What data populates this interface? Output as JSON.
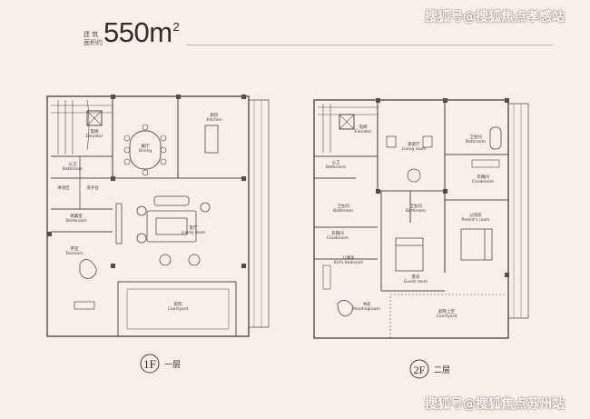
{
  "header": {
    "area_label_1": "建 筑",
    "area_label_2": "面积约",
    "area_value": "550m",
    "area_sup": "2"
  },
  "watermarks": {
    "top": "搜狐号@搜狐焦点孝感站",
    "bottom": "搜狐号@搜狐焦点苏州站"
  },
  "floor1": {
    "badge": "1F",
    "title": "一层",
    "rooms": {
      "elevator": [
        "电梯",
        "Elevator"
      ],
      "dining": [
        "餐厅",
        "Dining"
      ],
      "kitchen": [
        "厨房",
        "Kitchen"
      ],
      "bathroom": [
        "公卫",
        "Bathroom"
      ],
      "storeroom": [
        "储藏室",
        "Storeroom"
      ],
      "living": [
        "客厅",
        "Living room"
      ],
      "tearoom": [
        "茶室",
        "Tearoom"
      ],
      "courtyard": [
        "庭院",
        "Courtyard"
      ]
    },
    "small_labels": [
      "淋浴区",
      "洗手台"
    ]
  },
  "floor2": {
    "badge": "2F",
    "title": "二层",
    "rooms": {
      "elevator": [
        "电梯",
        "Elevator"
      ],
      "living": [
        "家庭厅",
        "Living room"
      ],
      "bathroom": [
        "卫生间",
        "Bathroom"
      ],
      "cloakroom": [
        "衣帽间",
        "Cloakroom"
      ],
      "bathroom2": [
        "公卫",
        "Bathroom"
      ],
      "bathroom3": [
        "卫生间",
        "Bathroom"
      ],
      "bathroom4": [
        "卫生间",
        "Bathroom"
      ],
      "parents": [
        "父母房",
        "Parent's room"
      ],
      "cloakroom2": [
        "衣帽间",
        "Cloakroom"
      ],
      "kids": [
        "儿童房",
        "Kid's bedroom"
      ],
      "guest": [
        "客房",
        "Guest room"
      ],
      "reading": [
        "书房",
        "Readingroom"
      ],
      "courtyard": [
        "庭院上空",
        "Courtyard"
      ]
    }
  }
}
